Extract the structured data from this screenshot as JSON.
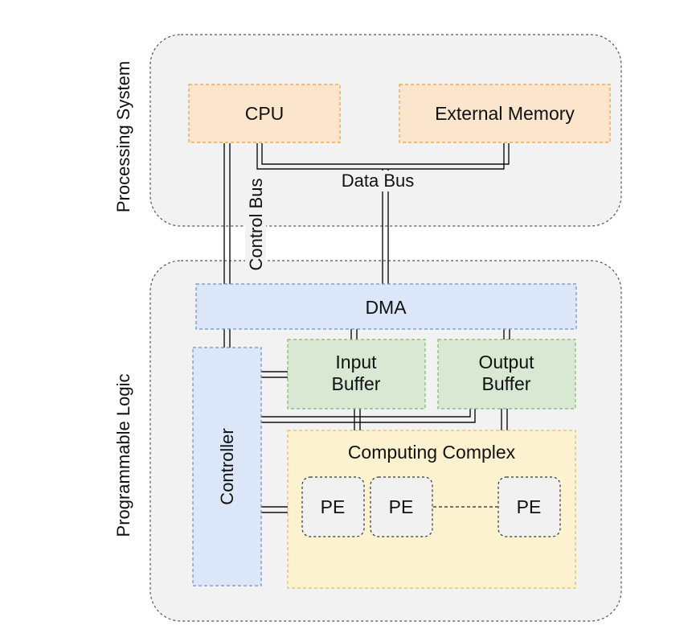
{
  "groups": {
    "processing_system": "Processing System",
    "programmable_logic": "Programmable Logic"
  },
  "blocks": {
    "cpu": "CPU",
    "external_memory": "External Memory",
    "dma": "DMA",
    "input_buffer": [
      "Input",
      "Buffer"
    ],
    "output_buffer": [
      "Output",
      "Buffer"
    ],
    "controller": "Controller",
    "computing_complex": "Computing Complex",
    "pe": [
      "PE",
      "PE",
      "PE"
    ]
  },
  "buses": {
    "data_bus": "Data Bus",
    "control_bus": "Control Bus"
  },
  "colors": {
    "group_fill": "#f2f2f2",
    "cpu_fill": "#fbe5cd",
    "cpu_stroke": "#e7a339",
    "dma_fill": "#dbe7f8",
    "dma_stroke": "#6f8fc8",
    "buffer_fill": "#d8e8d2",
    "buffer_stroke": "#86b56e",
    "complex_fill": "#fdf2cf",
    "complex_stroke": "#e8bf50",
    "pe_fill": "#f1f1f1"
  }
}
